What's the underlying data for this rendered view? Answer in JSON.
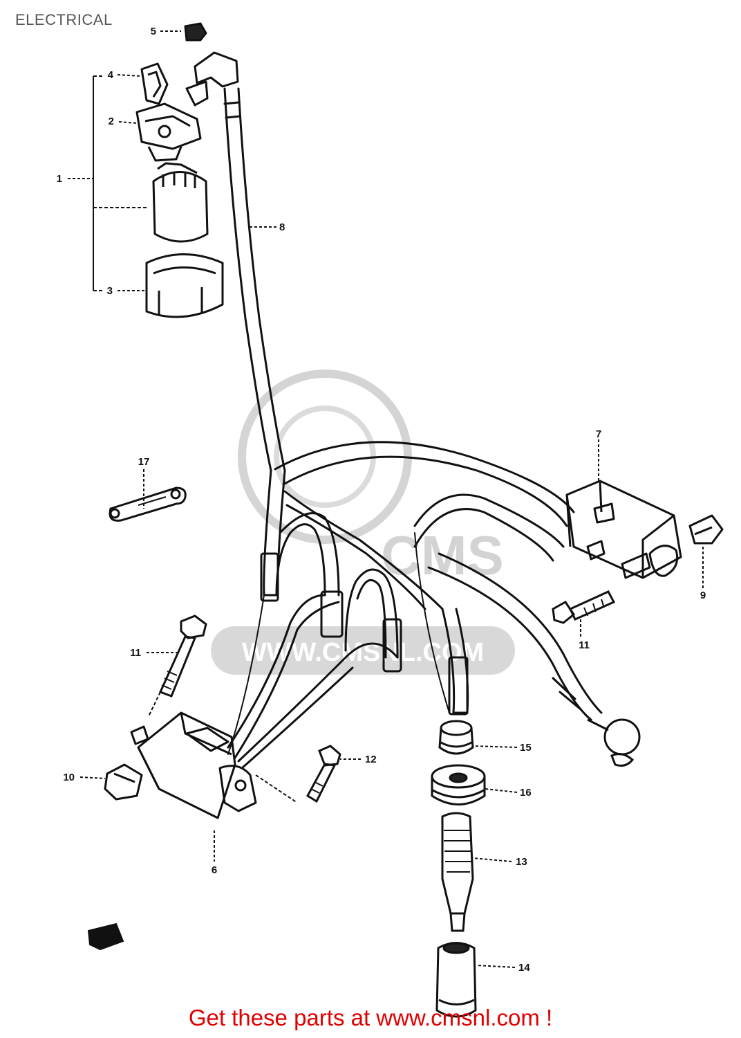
{
  "page": {
    "title": "ELECTRICAL"
  },
  "watermark": {
    "text": "WWW.CMSNL.COM"
  },
  "footer": {
    "link_text": "Get these parts at www.cmsnl.com !",
    "color": "#e00000"
  },
  "callouts": [
    {
      "id": "c1",
      "label": "1"
    },
    {
      "id": "c2",
      "label": "2"
    },
    {
      "id": "c3",
      "label": "3"
    },
    {
      "id": "c4",
      "label": "4"
    },
    {
      "id": "c5",
      "label": "5"
    },
    {
      "id": "c6",
      "label": "6"
    },
    {
      "id": "c7",
      "label": "7"
    },
    {
      "id": "c8",
      "label": "8"
    },
    {
      "id": "c9",
      "label": "9"
    },
    {
      "id": "c10",
      "label": "10"
    },
    {
      "id": "c11a",
      "label": "11"
    },
    {
      "id": "c11b",
      "label": "11"
    },
    {
      "id": "c12",
      "label": "12"
    },
    {
      "id": "c13",
      "label": "13"
    },
    {
      "id": "c14",
      "label": "14"
    },
    {
      "id": "c15",
      "label": "15"
    },
    {
      "id": "c16",
      "label": "16"
    },
    {
      "id": "c17",
      "label": "17"
    }
  ]
}
